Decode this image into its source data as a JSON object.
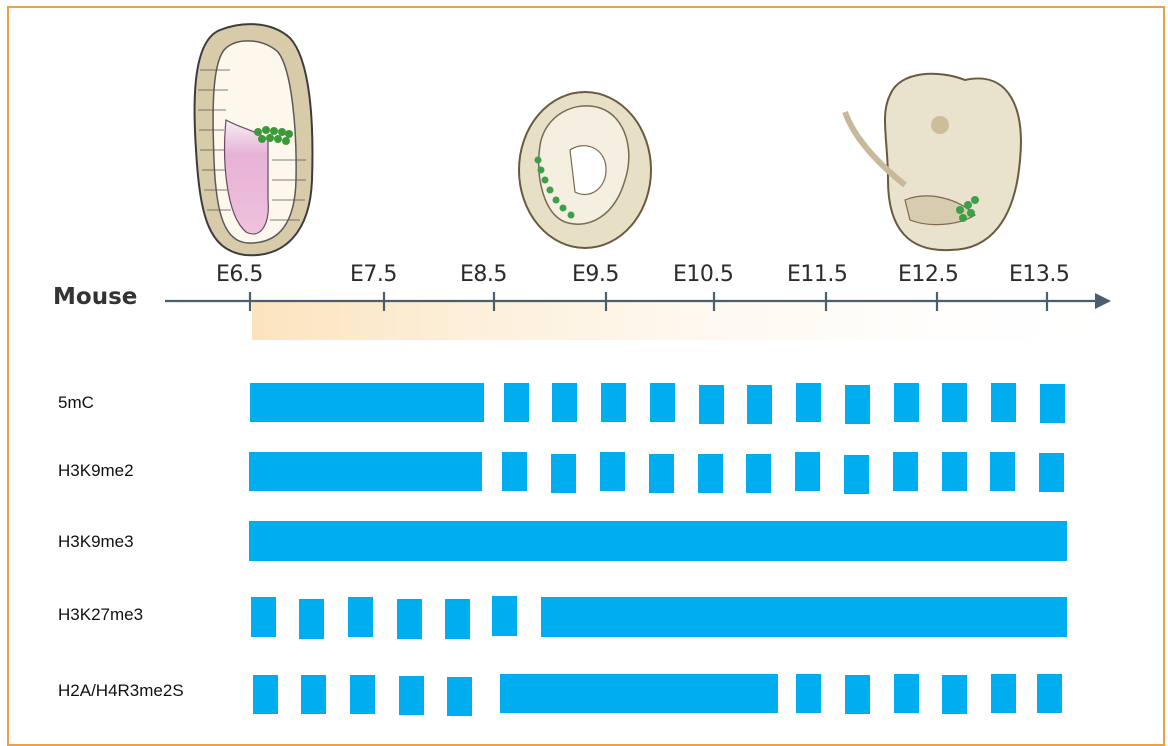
{
  "axis": {
    "species": "Mouse",
    "stages": [
      "E6.5",
      "E7.5",
      "E8.5",
      "E9.5",
      "E10.5",
      "E11.5",
      "E12.5",
      "E13.5"
    ]
  },
  "marks": [
    {
      "label": "5mC"
    },
    {
      "label": "H3K9me2"
    },
    {
      "label": "H3K9me3"
    },
    {
      "label": "H3K27me3"
    },
    {
      "label": "H2A/H4R3me2S"
    }
  ],
  "colors": {
    "bar": "#00aeef",
    "axis": "#4a5f6e",
    "frame": "#e8a24a"
  }
}
